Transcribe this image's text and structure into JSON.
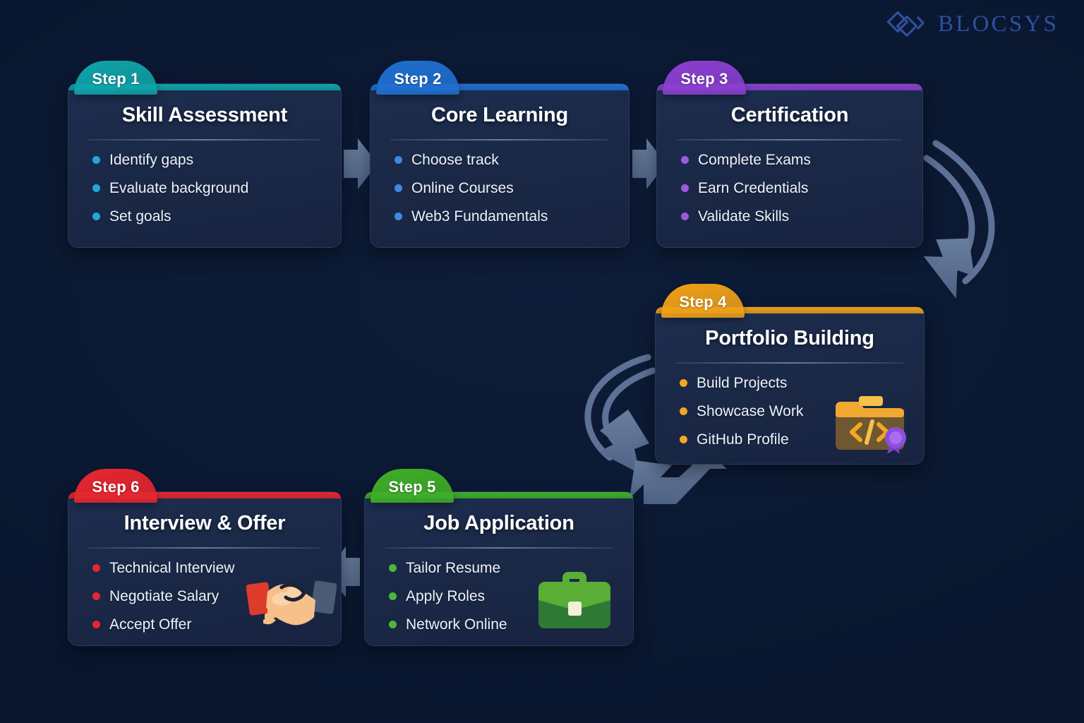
{
  "brand": {
    "name": "BLOCSYS",
    "logo_icon": "interlocking-diamonds-icon",
    "logo_color": "#2f4f9e"
  },
  "diagram": {
    "type": "process-flow",
    "step_count": 6,
    "background_color": "#0a1730",
    "card_color": "#1b2a4a"
  },
  "steps": [
    {
      "badge": "Step 1",
      "title": "Skill Assessment",
      "color": "#0fa3a8",
      "bullet_color": "#1fa8d8",
      "bullets": [
        "Identify gaps",
        "Evaluate background",
        "Set goals"
      ],
      "icon": null
    },
    {
      "badge": "Step 2",
      "title": "Core Learning",
      "color": "#1f6fd0",
      "bullet_color": "#3d8ae0",
      "bullets": [
        "Choose track",
        "Online Courses",
        "Web3 Fundamentals"
      ],
      "icon": null
    },
    {
      "badge": "Step 3",
      "title": "Certification",
      "color": "#8b3fd0",
      "bullet_color": "#9b5ae0",
      "bullets": [
        "Complete Exams",
        "Earn Credentials",
        "Validate Skills"
      ],
      "icon": null
    },
    {
      "badge": "Step 4",
      "title": "Portfolio Building",
      "color": "#f0a017",
      "bullet_color": "#f5a623",
      "bullets": [
        "Build Projects",
        "Showcase Work",
        "GitHub Profile"
      ],
      "icon": "folder-code-badge-icon"
    },
    {
      "badge": "Step 5",
      "title": "Job Application",
      "color": "#3fae28",
      "bullet_color": "#4cb83a",
      "bullets": [
        "Tailor Resume",
        "Apply Roles",
        "Network Online"
      ],
      "icon": "briefcase-icon"
    },
    {
      "badge": "Step 6",
      "title": "Interview & Offer",
      "color": "#e8262f",
      "bullet_color": "#e8262f",
      "bullets": [
        "Technical Interview",
        "Negotiate Salary",
        "Accept Offer"
      ],
      "icon": "handshake-icon"
    }
  ],
  "connectors": [
    {
      "name": "arrow-step1-to-step2",
      "shape": "straight-right"
    },
    {
      "name": "arrow-step2-to-step3",
      "shape": "straight-right"
    },
    {
      "name": "arrow-step3-to-step4",
      "shape": "curved-down-left"
    },
    {
      "name": "arrow-step4-to-step5",
      "shape": "curved-down-left"
    },
    {
      "name": "arrow-step4-corner",
      "shape": "diagonal-down-left"
    },
    {
      "name": "arrow-step5-to-step6",
      "shape": "straight-left"
    }
  ],
  "arrow_color": "#5d7296"
}
